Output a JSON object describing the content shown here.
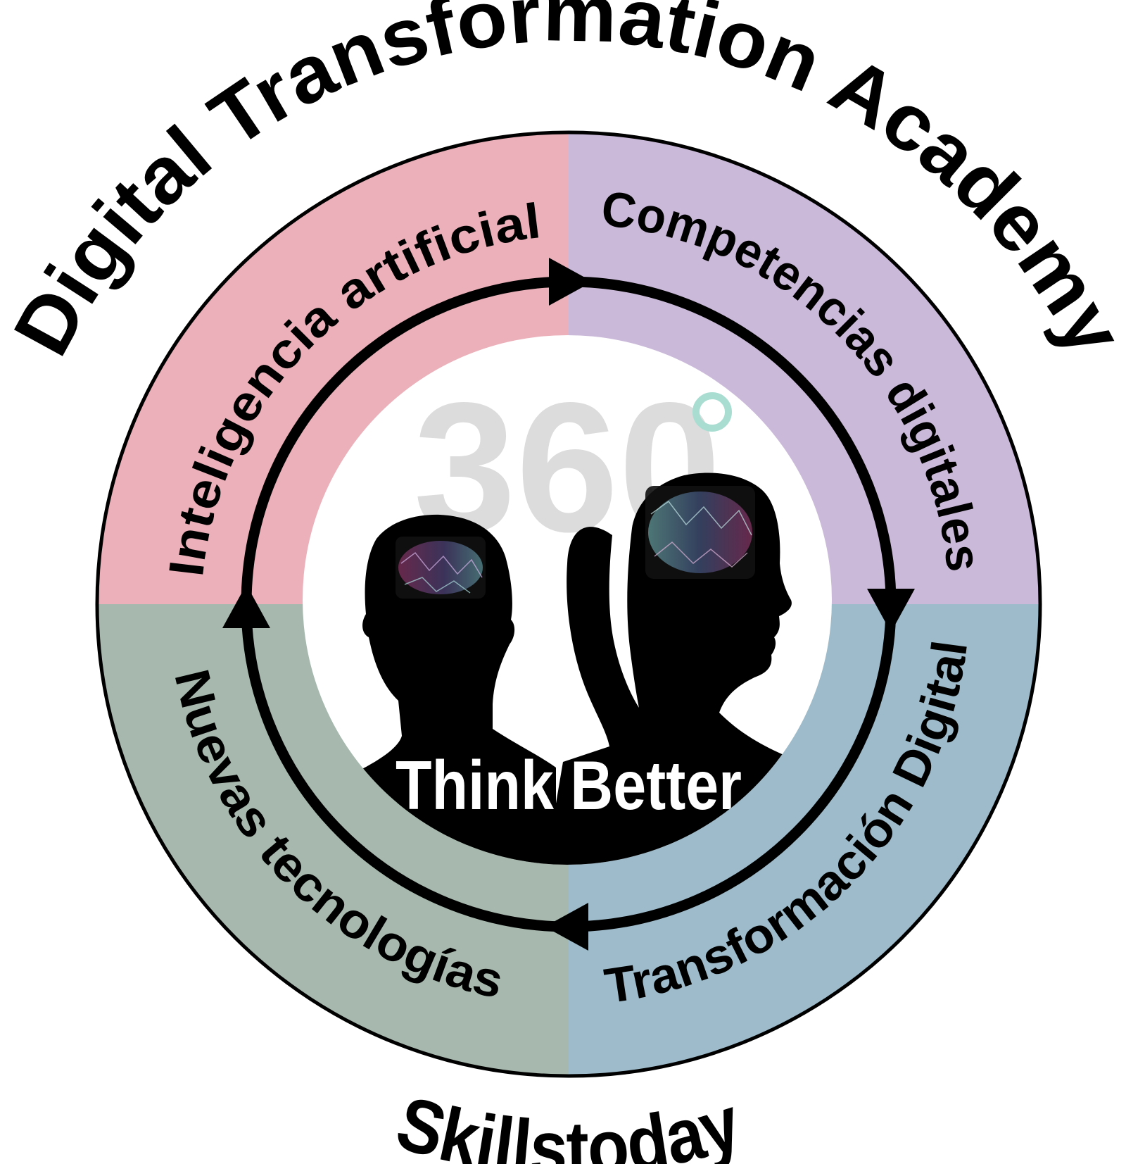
{
  "title": "Digital Transformation Academy",
  "quadrants": [
    {
      "label": "Inteligencia artificial",
      "color": "#ebb0b9"
    },
    {
      "label": "Competencias digitales",
      "color": "#cbb9da"
    },
    {
      "label": "Transformación Digital",
      "color": "#9dbbca"
    },
    {
      "label": "Nuevas tecnologías",
      "color": "#a7b8ae"
    }
  ],
  "center": {
    "number": "360",
    "number_color": "#dcdcdc",
    "degree_color": "#a9ddd2",
    "tagline": "Think Better"
  },
  "brand": "Skillstoday",
  "cycle_direction": "clockwise"
}
